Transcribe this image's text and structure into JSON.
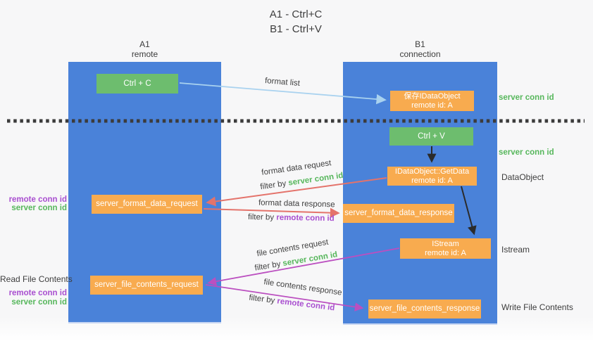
{
  "title": {
    "line1": "A1 - Ctrl+C",
    "line2": "B1 - Ctrl+V"
  },
  "columns": {
    "left": {
      "name": "A1",
      "subtitle": "remote"
    },
    "right": {
      "name": "B1",
      "subtitle": "connection"
    }
  },
  "nodes": {
    "ctrl_c": "Ctrl + C",
    "ctrl_v": "Ctrl + V",
    "save_dataobject": {
      "line1": "保存IDataObject",
      "line2": "remote id: A"
    },
    "getdata": {
      "line1": "IDataObject::GetData",
      "line2": "remote id: A"
    },
    "istream": {
      "line1": "IStream",
      "line2": "remote id: A"
    },
    "format_request": "server_format_data_request",
    "format_response": "server_format_data_response",
    "file_request": "server_file_contents_request",
    "file_response": "server_file_contents_response"
  },
  "arrow_labels": {
    "format_list": "format list",
    "format_data_request": "format data request",
    "filter_server_1": {
      "prefix": "filter by ",
      "keyword": "server conn id"
    },
    "format_data_response": "format data response",
    "filter_remote_1": {
      "prefix": "filter by ",
      "keyword": "remote conn id"
    },
    "file_contents_request": "file contents request",
    "filter_server_2": {
      "prefix": "filter by ",
      "keyword": "server conn id"
    },
    "file_contents_response": "file contents response",
    "filter_remote_2": {
      "prefix": "filter by ",
      "keyword": "remote conn id"
    }
  },
  "side_labels": {
    "right": {
      "server_conn_top": "server conn id",
      "server_conn_mid": "server conn id",
      "dataobject": "DataObject",
      "istream": "Istream",
      "write_file": "Write File Contents"
    },
    "left": {
      "remote_conn_1": "remote conn id",
      "server_conn_1": "server conn id",
      "read_file": "Read File Contents",
      "remote_conn_2": "remote conn id",
      "server_conn_2": "server conn id"
    }
  },
  "colors": {
    "column_blue": "#4a82d9",
    "node_green": "#6dbd6e",
    "node_orange": "#f8ab4f",
    "arrow_light_blue": "#a9d2ef",
    "arrow_red": "#e4736b",
    "arrow_magenta": "#bb4fc0",
    "arrow_black": "#2b2b2b",
    "text_green": "#57b75c",
    "text_purple": "#a94fd0",
    "text_dark": "#3d3d3d"
  }
}
